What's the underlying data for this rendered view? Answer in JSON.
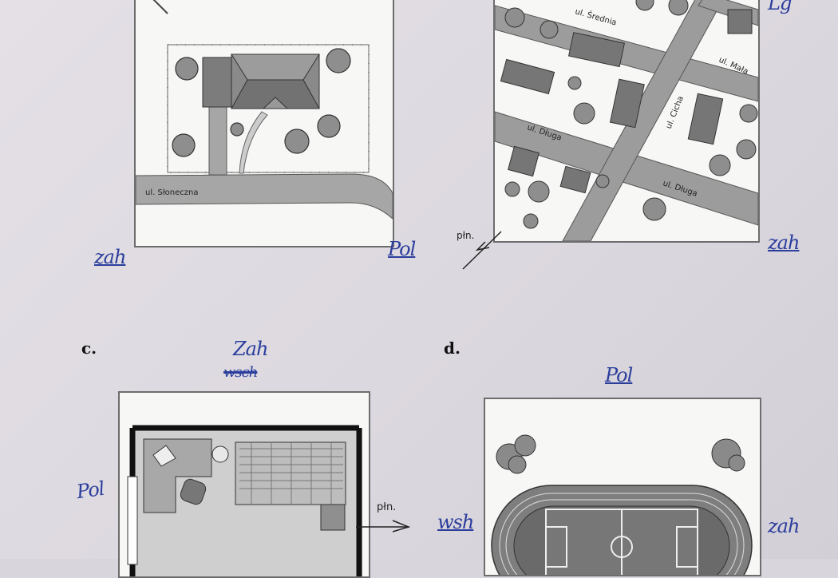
{
  "sections": {
    "a": {
      "street": "ul. Słoneczna",
      "left_note": "zah",
      "right_note": "Pol"
    },
    "b": {
      "streets": [
        "ul. Średnia",
        "ul. Mała",
        "ul. Cicha",
        "ul. Długa",
        "ul. Długa"
      ],
      "compass": "płn.",
      "right_note": "zah",
      "corner_note": "Lg"
    },
    "c": {
      "letter": "c.",
      "top_note": "Zah",
      "top_note_struck": "wsch",
      "left_note": "Pol",
      "compass": "płn."
    },
    "d": {
      "letter": "d.",
      "top_note": "Pol",
      "left_note": "wsh",
      "right_note": "zah"
    }
  },
  "colors": {
    "pen": "#2b3e9c",
    "building": "#7f7f7f",
    "road": "#9a9a9a",
    "tree": "#8a8a8a"
  }
}
